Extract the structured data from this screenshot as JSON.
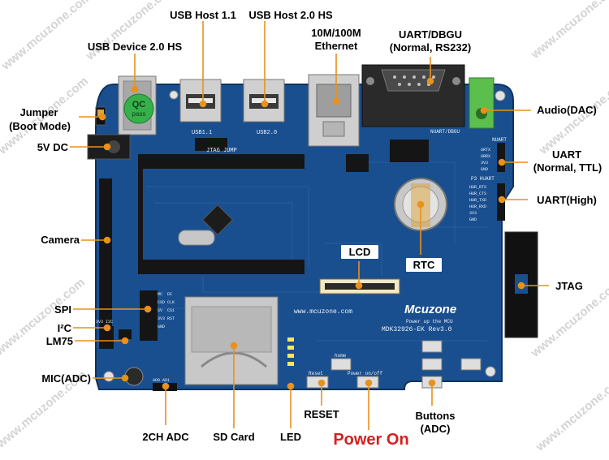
{
  "watermark": "www.mcuzone.com",
  "labels": {
    "usb_host_11": "USB Host 1.1",
    "usb_host_20": "USB Host 2.0 HS",
    "usb_device": "USB Device 2.0 HS",
    "ethernet_line1": "10M/100M",
    "ethernet_line2": "Ethernet",
    "uart_dbgu_line1": "UART/DBGU",
    "uart_dbgu_line2": "(Normal, RS232)",
    "jumper_line1": "Jumper",
    "jumper_line2": "(Boot Mode)",
    "dc5v": "5V DC",
    "audio": "Audio(DAC)",
    "uart_ttl_line1": "UART",
    "uart_ttl_line2": "(Normal, TTL)",
    "uart_high": "UART(High)",
    "camera": "Camera",
    "lcd": "LCD",
    "rtc": "RTC",
    "jtag": "JTAG",
    "spi": "SPI",
    "i2c": "I²C",
    "lm75": "LM75",
    "mic": "MIC(ADC)",
    "adc2ch": "2CH ADC",
    "sdcard": "SD Card",
    "led": "LED",
    "reset": "RESET",
    "power_on": "Power On",
    "buttons_line1": "Buttons",
    "buttons_line2": "(ADC)"
  },
  "board": {
    "brand": "Mcuzone",
    "tagline": "Power up the MCU",
    "url": "www.mcuzone.com",
    "model": "MDK32926-EK Rev3.0",
    "qc_sticker_line1": "QC",
    "qc_sticker_line2": "pass",
    "silk_usb1": "USB1.1",
    "silk_usb2": "USB2.0",
    "silk_jtag_jump": "JTAG JUMP",
    "silk_nuart": "NUART/DBGU",
    "silk_huart": "P3 HUART",
    "silk_nuart2": "NUART",
    "silk_home": "home",
    "silk_reset": "Reset",
    "silk_power": "Power on/off",
    "silk_adc": "AD0 AD1",
    "silk_uart_pins": [
      "URTX",
      "URRX",
      "3V3",
      "GND"
    ],
    "silk_huart_pins": [
      "HUR_RTS",
      "HUR_CTS",
      "HUR_TXD",
      "HUR_RXD",
      "3V3",
      "GND"
    ],
    "silk_spi_pins": [
      "MC",
      "CSD",
      "SV",
      "3V3",
      "GND"
    ],
    "silk_spi_pins2": [
      "DI",
      "CLK",
      "CS1",
      "RST"
    ],
    "silk_i2c": "3V3 I2C"
  },
  "colors": {
    "pcb": "#1a4f8f",
    "pcb_dark": "#163f73",
    "leader": "#e8911c",
    "power_on_text": "#d61f1f"
  }
}
